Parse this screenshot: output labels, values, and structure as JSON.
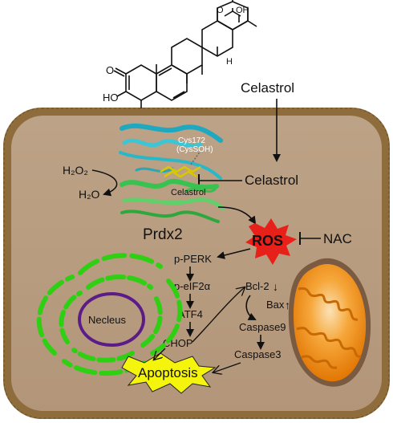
{
  "labels": {
    "celastrol_top": "Celastrol",
    "celastrol_inhibit": "Celastrol",
    "celastrol_bound": "Celastrol",
    "cys_line1": "Cys172",
    "cys_line2": "(CysSOH)",
    "h2o2": "H₂O₂",
    "h2o": "H₂O",
    "prdx2": "Prdx2",
    "ros": "ROS",
    "nac": "NAC",
    "pperk": "p-PERK",
    "peif2a": "p-eIF2α",
    "atf4": "ATF4",
    "chop": "CHOP",
    "nucleus": "Necleus",
    "bcl2": "Bcl-2",
    "bcl2_arrow": "↓",
    "bax": "Bax",
    "bax_arrow": "↑",
    "caspase9": "Caspase9",
    "caspase3": "Caspase3",
    "apoptosis": "Apoptosis",
    "o_atom": "O",
    "oh_group": "HO",
    "cooh_o": "O",
    "cooh_oh": "OH",
    "h_atom": "H"
  },
  "colors": {
    "cell_fill": "#b89a7e",
    "membrane": "#8a6a3c",
    "ros_red": "#e8201a",
    "nucleus_green": "#2fd014",
    "nucleus_purple": "#5b1c87",
    "mito_orange": "#f08a10",
    "apoptosis_yellow": "#f4f40c",
    "protein_cyan": "#2ab8c8",
    "protein_green": "#3cc24a"
  }
}
